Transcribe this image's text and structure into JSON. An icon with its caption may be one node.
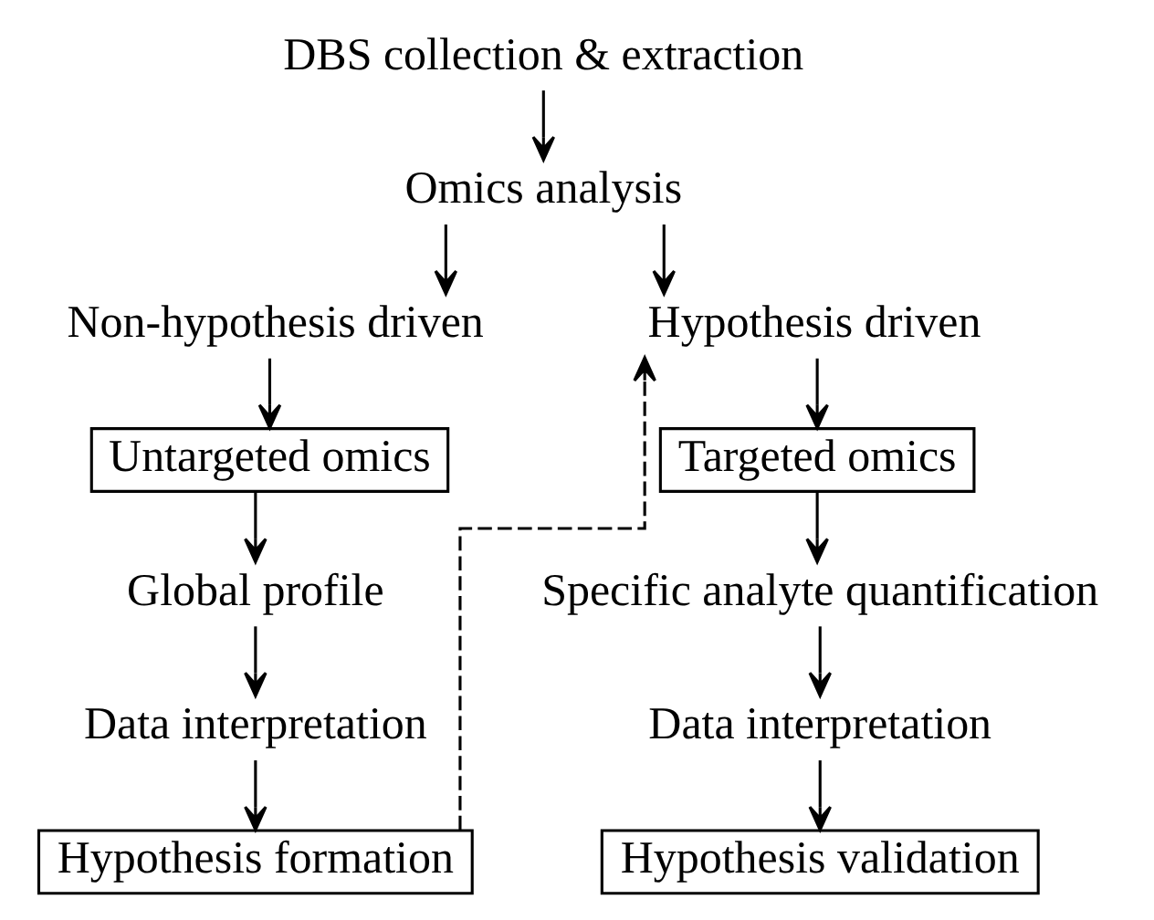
{
  "diagram": {
    "nodes": [
      {
        "text": [
          "DBS collection & extraction"
        ]
      },
      {
        "text": [
          "Omics analysis"
        ]
      },
      {
        "text": [
          "Non-hypothesis driven"
        ]
      },
      {
        "text": [
          "Hypothesis driven"
        ]
      },
      {
        "text": [
          "Untargeted omics"
        ]
      },
      {
        "text": [
          "Targeted omics"
        ]
      },
      {
        "text": [
          "Global profile"
        ]
      },
      {
        "text": [
          "Specific analyte quantification"
        ]
      },
      {
        "text": [
          "Data interpretation"
        ]
      },
      {
        "text": [
          "Data interpretation"
        ]
      },
      {
        "text": [
          "Hypothesis formation"
        ]
      },
      {
        "text": [
          "Hypothesis validation"
        ]
      }
    ],
    "edges": [
      {
        "from": 0,
        "to": 1,
        "arrow": "to"
      },
      {
        "from": 1,
        "to": 2,
        "arrow": "to"
      },
      {
        "from": 1,
        "to": 3,
        "arrow": "to"
      },
      {
        "from": 2,
        "to": 4,
        "arrow": "to"
      },
      {
        "from": 4,
        "to": 6,
        "arrow": "to"
      },
      {
        "from": 6,
        "to": 8,
        "arrow": "to"
      },
      {
        "from": 8,
        "to": 10,
        "arrow": "to"
      },
      {
        "from": 10,
        "to": 3,
        "arrow": "to",
        "style": "dashed"
      },
      {
        "from": 3,
        "to": 5,
        "arrow": "to"
      },
      {
        "from": 5,
        "to": 7,
        "arrow": "to"
      },
      {
        "from": 7,
        "to": 9,
        "arrow": "to"
      },
      {
        "from": 9,
        "to": 11,
        "arrow": "to"
      }
    ]
  }
}
